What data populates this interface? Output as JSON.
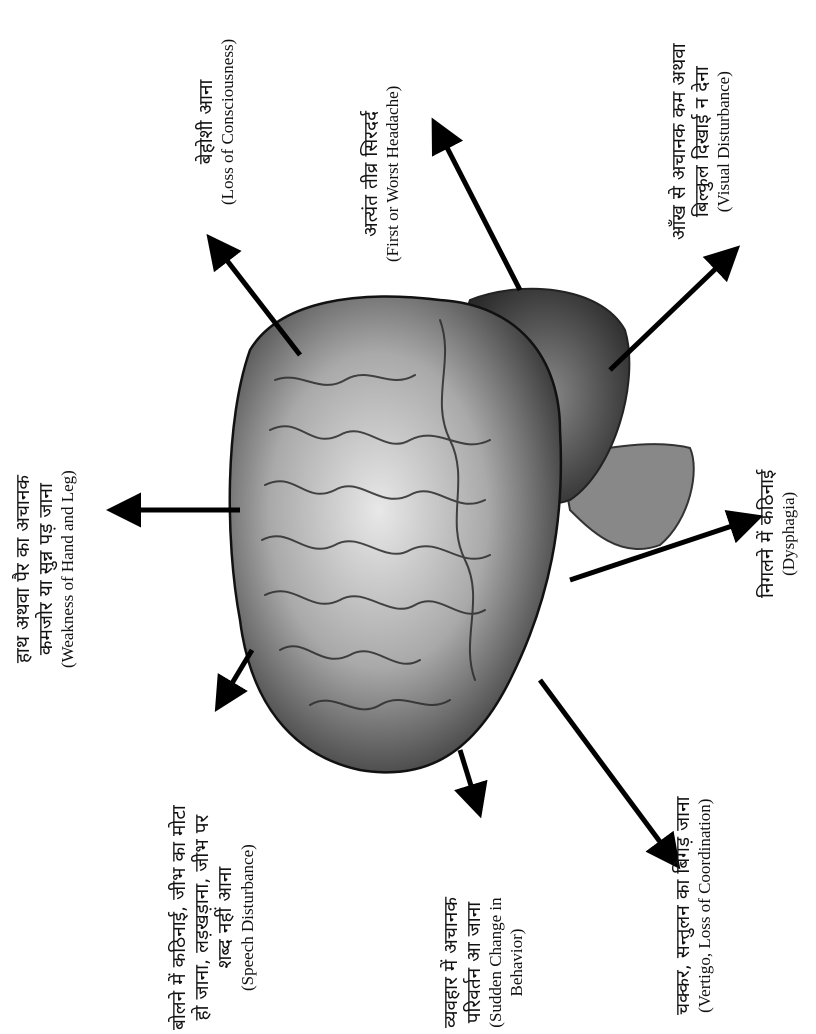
{
  "labels": {
    "consciousness": {
      "hi": "बेहोशी आना",
      "en": "(Loss of Consciousness)"
    },
    "headache": {
      "hi": "अत्यंत तीव्र सिरदर्द",
      "en": "(First or Worst Headache)"
    },
    "visual": {
      "hi1": "आँख से अचानक कम अथवा",
      "hi2": "बिल्कुल दिखाई न देना",
      "en": "(Visual Disturbance)"
    },
    "weakness": {
      "hi1": "हाथ अथवा पैर का अचानक",
      "hi2": "कमजोर या सुन्न पड़ जाना",
      "en": "(Weakness of Hand and Leg)"
    },
    "dysphagia": {
      "hi": "निगलने में कठिनाई",
      "en": "(Dysphagia)"
    },
    "speech": {
      "hi1": "बोलने में कठिनाई, जीभ का मोटा",
      "hi2": "हो जाना, लड़खड़ाना, जीभ पर",
      "hi3": "शब्द नहीं आना",
      "en": "(Speech Disturbance)"
    },
    "behavior": {
      "hi1": "व्यवहार में अचानक",
      "hi2": "परिवर्तन आ जाना",
      "en1": "(Sudden Change in",
      "en2": "Behavior)"
    },
    "coordination": {
      "hi": "चक्कर, सन्तुलन का बिगड़ जाना",
      "en": "(Vertigo, Loss of Coordination)"
    }
  }
}
